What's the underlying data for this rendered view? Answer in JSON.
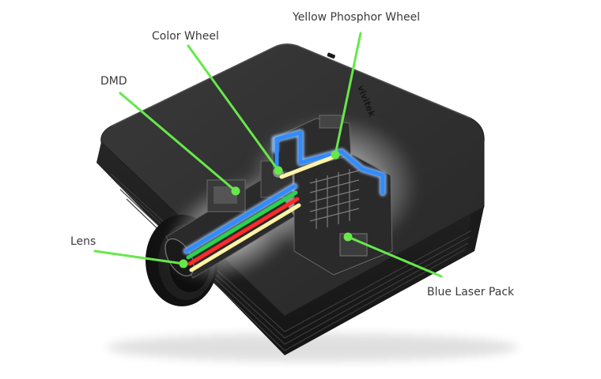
{
  "diagram": {
    "brand_text": "vivitek",
    "colors": {
      "pointer": "#66e84a",
      "beam_blue": "#2f8cff",
      "beam_green": "#29d44a",
      "beam_red": "#ff2a2a",
      "beam_yellow": "#fff3a8",
      "body": "#2e2e2e",
      "label": "#3a3a3a"
    },
    "callouts": {
      "yellow_phosphor_wheel": "Yellow Phosphor Wheel",
      "color_wheel": "Color Wheel",
      "dmd": "DMD",
      "lens": "Lens",
      "blue_laser_pack": "Blue Laser Pack"
    }
  }
}
